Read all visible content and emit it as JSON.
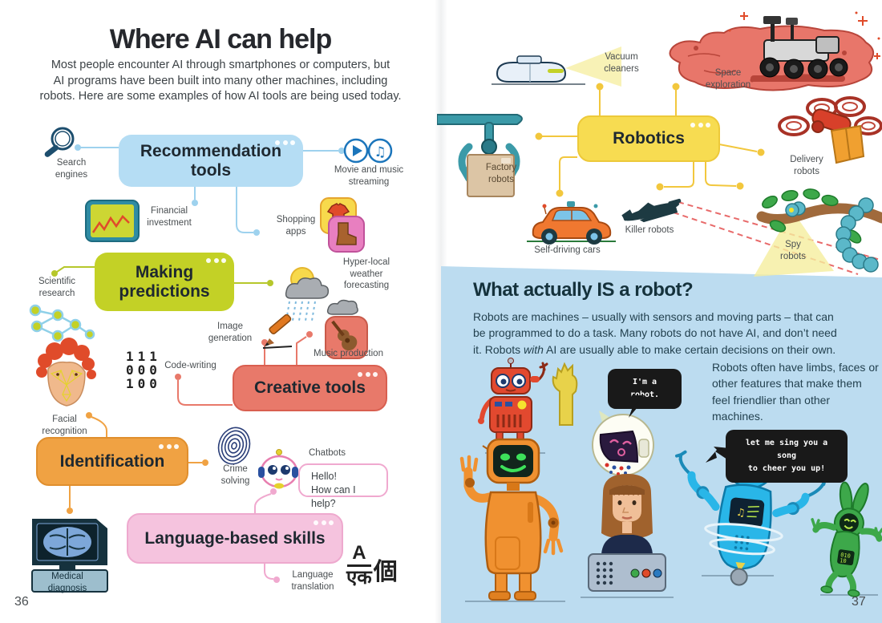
{
  "page_left": {
    "page_number": "36",
    "title": "Where AI can help",
    "intro": "Most people encounter AI through smartphones or computers, but\nAI programs have been built into many other machines, including\nrobots. Here are some examples of how AI tools are being used today.",
    "boxes": {
      "recommendation": "Recommendation\ntools",
      "predictions": "Making\npredictions",
      "creative": "Creative tools",
      "identification": "Identification",
      "language": "Language-based skills"
    },
    "labels": {
      "search": "Search\nengines",
      "movie_music": "Movie and music\nstreaming",
      "financial": "Financial\ninvestment",
      "shopping": "Shopping\napps",
      "scientific": "Scientific\nresearch",
      "weather": "Hyper-local\nweather\nforecasting",
      "image_gen": "Image\ngeneration",
      "music_prod": "Music production",
      "code": "Code-writing",
      "facial": "Facial\nrecognition",
      "crime": "Crime\nsolving",
      "chatbots": "Chatbots",
      "medical": "Medical\ndiagnosis",
      "translation": "Language\ntranslation"
    },
    "chat_bubble": "Hello!\nHow can I help?",
    "binary": "111\n000\n100",
    "translation_glyphs": {
      "latin": "A",
      "hindi": "एक",
      "cjk": "個"
    }
  },
  "page_right": {
    "page_number": "37",
    "robotics_box": "Robotics",
    "labels": {
      "vacuum": "Vacuum\ncleaners",
      "space": "Space\nexploration",
      "factory": "Factory\nrobots",
      "delivery": "Delivery\nrobots",
      "self_driving": "Self-driving cars",
      "killer": "Killer robots",
      "spy": "Spy\nrobots"
    },
    "panel": {
      "heading": "What actually IS a robot?",
      "body_1": "Robots are machines – usually with sensors and moving parts – that can be programmed to do a task. Many robots do not have AI, and don’t need it. Robots ",
      "body_italic": "with",
      "body_2": " AI are usually able to make certain decisions on their own.",
      "side_note": "Robots often have limbs, faces or other features that make them feel friendlier than other machines.",
      "bubble_robot": "I'm a robot.",
      "bubble_song": "let me sing you a song\nto cheer you up!"
    }
  },
  "colors": {
    "box_recommendation": "#b5ddf4",
    "box_predictions": "#c3d126",
    "box_creative": "#e8796a",
    "box_identification": "#f0a243",
    "box_language": "#f5c3de",
    "box_robotics": "#f7dc51",
    "panel_blue": "#bcdcf0",
    "bubble_black": "#191919",
    "connector_blue": "#9ed2ee",
    "connector_green": "#b6c72b",
    "connector_salmon": "#e8796a",
    "connector_orange": "#f0a243",
    "connector_pink": "#f0a9cf",
    "connector_yellow": "#f2c73d"
  },
  "icons": [
    "search-icon",
    "play-icon",
    "music-note-icon",
    "chart-tablet-icon",
    "tshirt-app-icon",
    "boot-app-icon",
    "network-graph-icon",
    "weather-icon",
    "pencil-icon",
    "guitar-app-icon",
    "face-scan-icon",
    "fingerprint-icon",
    "chatbot-head-icon",
    "brain-monitor-icon",
    "translation-glyphs",
    "vacuum-robot-icon",
    "mars-rover-icon",
    "factory-arm-icon",
    "delivery-drone-icon",
    "self-driving-car-icon",
    "killer-drone-icon",
    "spy-snake-icon",
    "red-robot",
    "sphere-robot",
    "orange-robot",
    "humanlike-robot",
    "singing-robot",
    "rabbit-robot"
  ]
}
